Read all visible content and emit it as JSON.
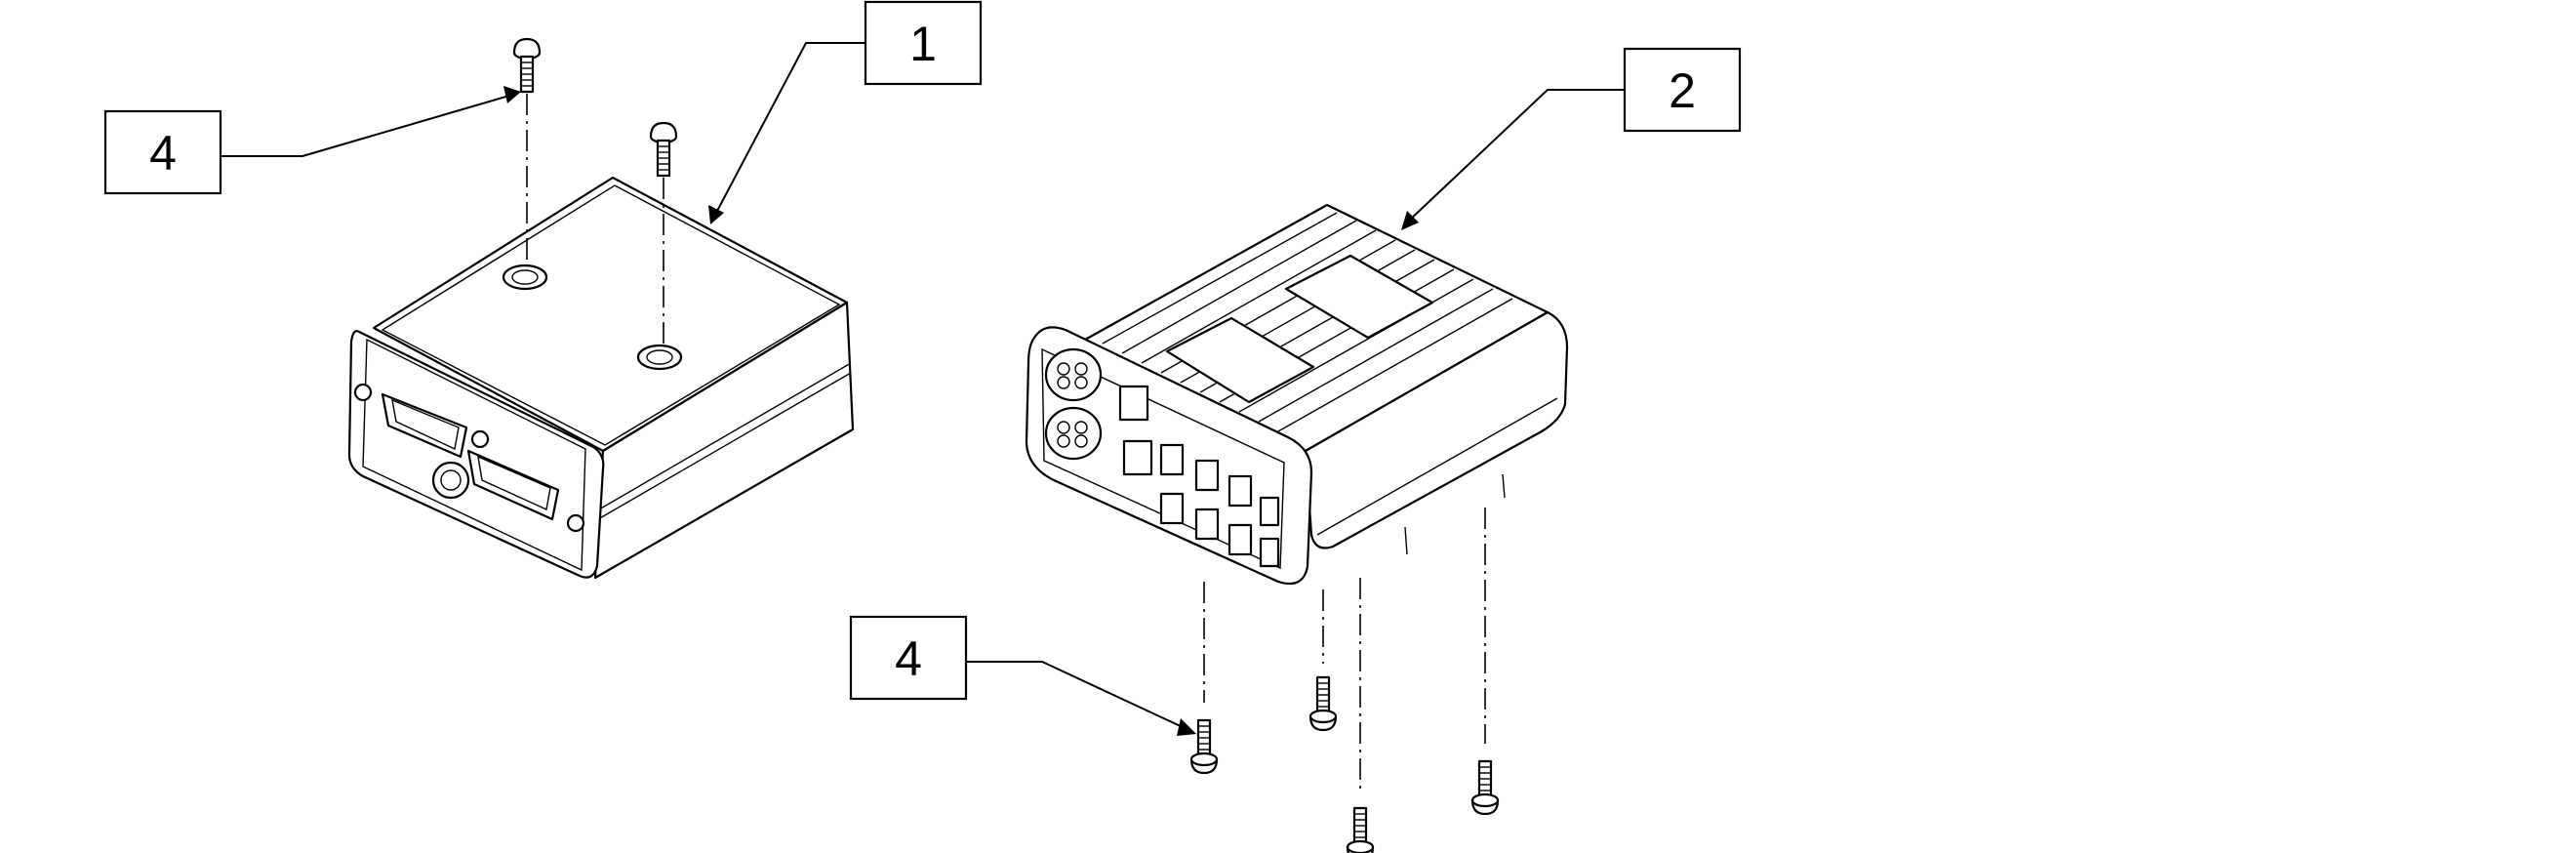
{
  "callouts": {
    "c1": "1",
    "c2": "2",
    "c4a": "4",
    "c4b": "4"
  },
  "colors": {
    "line": "#000000",
    "background": "#ffffff"
  }
}
